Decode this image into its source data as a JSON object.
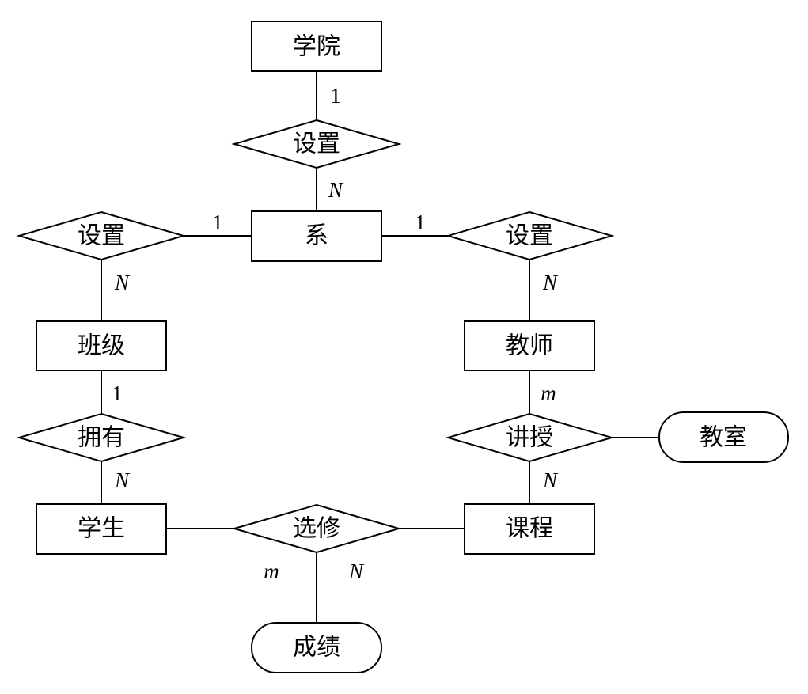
{
  "entities": [
    {
      "id": "college",
      "label": "学院"
    },
    {
      "id": "department",
      "label": "系"
    },
    {
      "id": "class",
      "label": "班级"
    },
    {
      "id": "teacher",
      "label": "教师"
    },
    {
      "id": "student",
      "label": "学生"
    },
    {
      "id": "course",
      "label": "课程"
    }
  ],
  "relationships": [
    {
      "id": "setup_top",
      "label": "设置"
    },
    {
      "id": "setup_left",
      "label": "设置"
    },
    {
      "id": "setup_right",
      "label": "设置"
    },
    {
      "id": "has",
      "label": "拥有"
    },
    {
      "id": "teach",
      "label": "讲授"
    },
    {
      "id": "enroll",
      "label": "选修"
    }
  ],
  "attributes": [
    {
      "id": "classroom",
      "label": "教室"
    },
    {
      "id": "grade",
      "label": "成绩"
    }
  ],
  "cardinalities": [
    {
      "id": "c1",
      "text": "1",
      "italic": false
    },
    {
      "id": "c2",
      "text": "N",
      "italic": true
    },
    {
      "id": "c3",
      "text": "1",
      "italic": false
    },
    {
      "id": "c4",
      "text": "1",
      "italic": false
    },
    {
      "id": "c5",
      "text": "N",
      "italic": true
    },
    {
      "id": "c6",
      "text": "N",
      "italic": true
    },
    {
      "id": "c7",
      "text": "1",
      "italic": false
    },
    {
      "id": "c8",
      "text": "m",
      "italic": true
    },
    {
      "id": "c9",
      "text": "N",
      "italic": true
    },
    {
      "id": "c10",
      "text": "N",
      "italic": true
    },
    {
      "id": "c11",
      "text": "m",
      "italic": true
    },
    {
      "id": "c12",
      "text": "N",
      "italic": true
    }
  ]
}
